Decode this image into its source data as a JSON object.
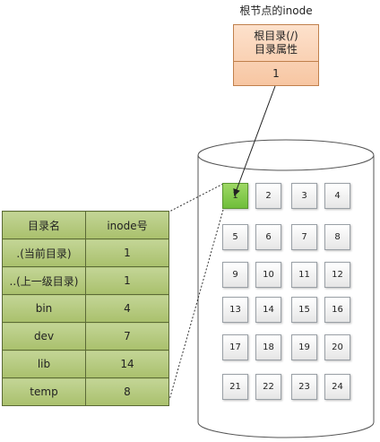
{
  "root": {
    "title": "根节点的inode",
    "attr_line1": "根目录(/)",
    "attr_line2": "目录属性",
    "inode": "1"
  },
  "blocks": [
    [
      "1",
      "2",
      "3",
      "4"
    ],
    [
      "5",
      "6",
      "7",
      "8"
    ],
    [
      "9",
      "10",
      "11",
      "12"
    ],
    [
      "13",
      "14",
      "15",
      "16"
    ],
    [
      "17",
      "18",
      "19",
      "20"
    ],
    [
      "21",
      "22",
      "23",
      "24"
    ]
  ],
  "highlight_block": "1",
  "dir_table": {
    "headers": [
      "目录名",
      "inode号"
    ],
    "rows": [
      [
        ".(当前目录)",
        "1"
      ],
      [
        "..(上一级目录)",
        "1"
      ],
      [
        "bin",
        "4"
      ],
      [
        "dev",
        "7"
      ],
      [
        "lib",
        "14"
      ],
      [
        "temp",
        "8"
      ]
    ]
  },
  "colors": {
    "root_fill": "#f7c6a2",
    "table_fill": "#b5ca7e",
    "highlight_block": "#7cc846"
  }
}
